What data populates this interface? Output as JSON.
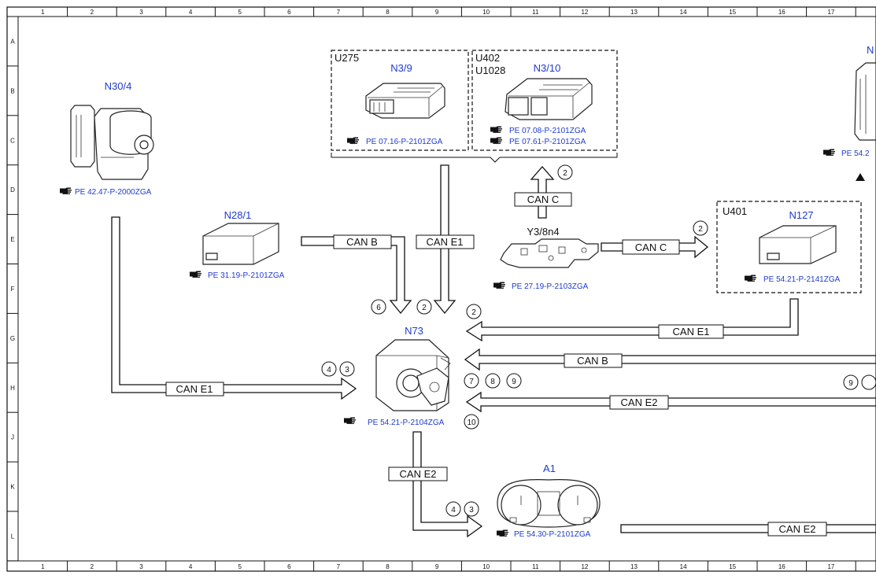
{
  "grid": {
    "columns": [
      "1",
      "2",
      "3",
      "4",
      "5",
      "6",
      "7",
      "8",
      "9",
      "10",
      "11",
      "12",
      "13",
      "14",
      "15",
      "16",
      "17"
    ],
    "rows": [
      "A",
      "B",
      "C",
      "D",
      "E",
      "F",
      "G",
      "H",
      "J",
      "K",
      "L"
    ]
  },
  "groups": {
    "u275": "U275",
    "u402": "U402",
    "u1028": "U1028",
    "u401": "U401"
  },
  "components": {
    "n30_4": {
      "label": "N30/4",
      "refs": [
        "PE 42.47-P-2000ZGA"
      ]
    },
    "n3_9": {
      "label": "N3/9",
      "refs": [
        "PE 07.16-P-2101ZGA"
      ]
    },
    "n3_10": {
      "label": "N3/10",
      "refs": [
        "PE 07.08-P-2101ZGA",
        "PE 07.61-P-2101ZGA"
      ]
    },
    "n28_1": {
      "label": "N28/1",
      "refs": [
        "PE 31.19-P-2101ZGA"
      ]
    },
    "y3_8n4": {
      "label": "Y3/8n4",
      "refs": [
        "PE 27.19-P-2103ZGA"
      ]
    },
    "n127": {
      "label": "N127",
      "refs": [
        "PE 54.21-P-2141ZGA"
      ]
    },
    "n73": {
      "label": "N73",
      "refs": [
        "PE 54.21-P-2104ZGA"
      ]
    },
    "a1": {
      "label": "A1",
      "refs": [
        "PE 54.30-P-2101ZGA"
      ]
    },
    "right_partial": {
      "label": "N",
      "refs": [
        "PE 54.2"
      ]
    }
  },
  "buses": {
    "can_c_up": "CAN C",
    "can_b_n28": "CAN B",
    "can_e1_top": "CAN E1",
    "can_c_right": "CAN C",
    "can_e1_right": "CAN E1",
    "can_b_right": "CAN B",
    "can_e2_right": "CAN E2",
    "can_e1_left": "CAN E1",
    "can_e2_down": "CAN E2",
    "can_e2_bottom": "CAN E2"
  },
  "circles": {
    "c_can_c_up": "2",
    "c_n127": "2",
    "c_6": "6",
    "c_2a": "2",
    "c_2b": "2",
    "c_4a": "4",
    "c_3a": "3",
    "c_7": "7",
    "c_8": "8",
    "c_9a": "9",
    "c_10": "10",
    "c_9b": "9",
    "c_4b": "4",
    "c_3b": "3"
  },
  "colors": {
    "label_blue": "#1f3bd1",
    "line": "#111111"
  },
  "icons": {
    "reference": "hand-pointer-icon"
  }
}
